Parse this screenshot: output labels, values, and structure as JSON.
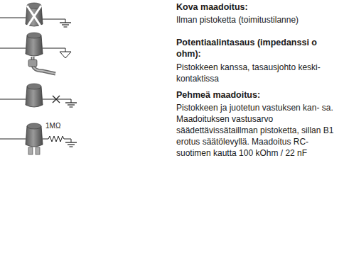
{
  "diagram": {
    "labels": [
      "Kova maadoitus:",
      "Ilman pistoketta (toimitustilanne)",
      "Potentiaalintasaus (impedanssi o ohm):",
      "Pistokkeen kanssa, tasausjohto keski- kontaktissa",
      "Pehmeä maadoitus:",
      "Pistokkeen ja juotetun vastuksen kan- sa. Maadoituksen vastusarvo säädettävissätaillman pistoketta, sillan B1 erotus säätölevyllä. Maadoitus RC-suotimen kautta 100 kOhm / 22 nF",
      "1MΩ"
    ]
  }
}
